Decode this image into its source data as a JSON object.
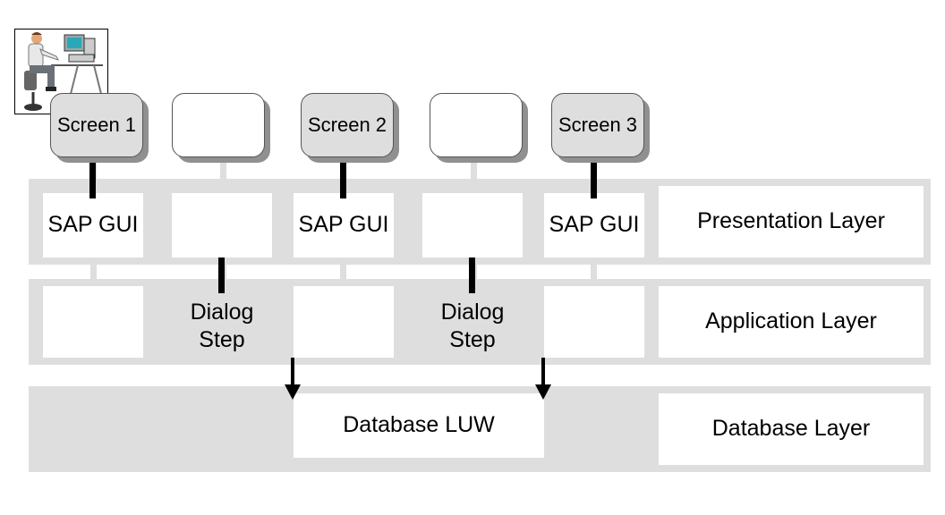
{
  "screens": [
    "Screen 1",
    "",
    "Screen 2",
    "",
    "Screen 3"
  ],
  "presentation": {
    "gui_label": "SAP GUI",
    "layer_label": "Presentation Layer"
  },
  "application": {
    "dialog_step": "Dialog\nStep",
    "layer_label": "Application Layer"
  },
  "database": {
    "luw_label": "Database LUW",
    "layer_label": "Database Layer"
  },
  "icon": "user-at-workstation-icon"
}
